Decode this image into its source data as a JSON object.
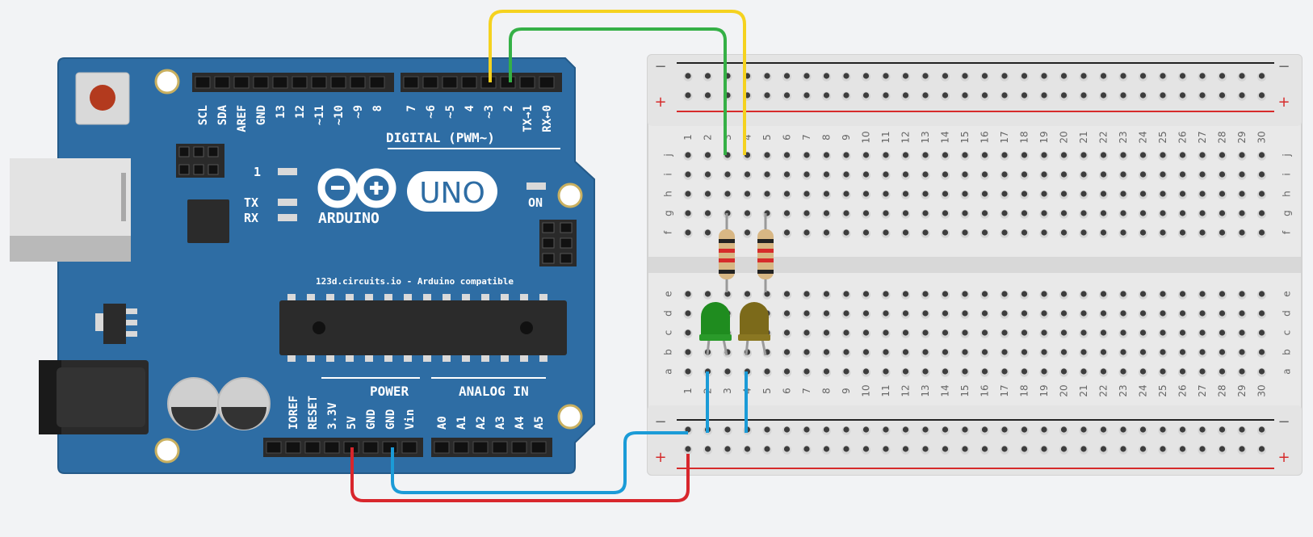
{
  "arduino": {
    "brand": "ARDUINO",
    "model": "UNO",
    "compat_text": "123d.circuits.io - Arduino compatible",
    "on_label": "ON",
    "led_l_label": "1",
    "tx_label": "TX",
    "rx_label": "RX",
    "digital_header": "DIGITAL (PWM~)",
    "power_header": "POWER",
    "analog_header": "ANALOG IN",
    "digital_pins": [
      "SCL",
      "SDA",
      "AREF",
      "GND",
      "13",
      "12",
      "~11",
      "~10",
      "~9",
      "8",
      "7",
      "~6",
      "~5",
      "4",
      "~3",
      "2",
      "TX→1",
      "RX←0"
    ],
    "power_pins": [
      "IOREF",
      "RESET",
      "3.3V",
      "5V",
      "GND",
      "GND",
      "Vin"
    ],
    "analog_pins": [
      "A0",
      "A1",
      "A2",
      "A3",
      "A4",
      "A5"
    ]
  },
  "breadboard": {
    "columns": 30,
    "rows_top": [
      "j",
      "i",
      "h",
      "g",
      "f"
    ],
    "rows_bottom": [
      "e",
      "d",
      "c",
      "b",
      "a"
    ],
    "rail_minus": "−",
    "rail_plus": "+"
  },
  "wires": [
    {
      "from": "~3",
      "to": "j4",
      "color": "#f5d21f"
    },
    {
      "from": "2",
      "to": "j3",
      "color": "#35b046"
    },
    {
      "from": "5V",
      "to": "bottom rail +",
      "color": "#d8262c"
    },
    {
      "from": "GND",
      "to": "bottom rail −",
      "color": "#1b9bd7"
    }
  ],
  "components": {
    "led_green_color": "#1f8c1f",
    "led_yellow_color": "#7c6a1a",
    "resistor_color": "#d8b784"
  }
}
